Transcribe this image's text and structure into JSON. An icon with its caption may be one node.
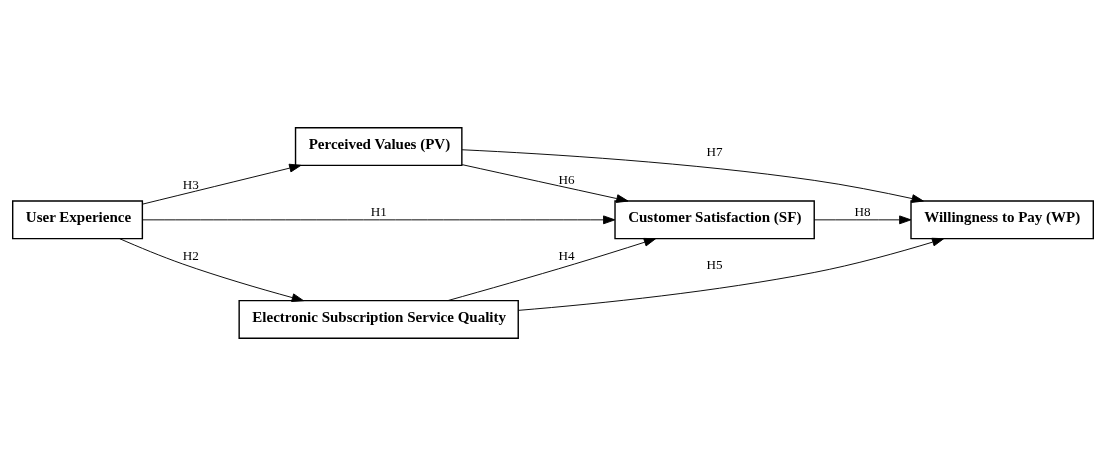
{
  "diagram": {
    "nodes": [
      {
        "text": [
          "User Experience"
        ]
      },
      {
        "text": [
          "Electronic Subscription Service Quality"
        ]
      },
      {
        "text": [
          "Perceived Values (PV)"
        ]
      },
      {
        "text": [
          "Customer Satisfaction (SF)"
        ]
      },
      {
        "text": [
          "Willingness to Pay (WP)"
        ]
      }
    ],
    "edges": [
      {
        "from": 0,
        "to": 1,
        "arrow": "to",
        "label": "H2"
      },
      {
        "from": 0,
        "to": 3,
        "arrow": "to",
        "label": "H1"
      },
      {
        "from": 0,
        "to": 2,
        "arrow": "to",
        "label": "H3"
      },
      {
        "from": 1,
        "to": 3,
        "arrow": "to",
        "label": "H4"
      },
      {
        "from": 1,
        "to": 4,
        "arrow": "to",
        "label": "H5"
      },
      {
        "from": 2,
        "to": 3,
        "arrow": "to",
        "label": "H6"
      },
      {
        "from": 3,
        "to": 4,
        "arrow": "to",
        "label": "H8"
      },
      {
        "from": 2,
        "to": 4,
        "arrow": "to",
        "label": "H7"
      }
    ]
  }
}
